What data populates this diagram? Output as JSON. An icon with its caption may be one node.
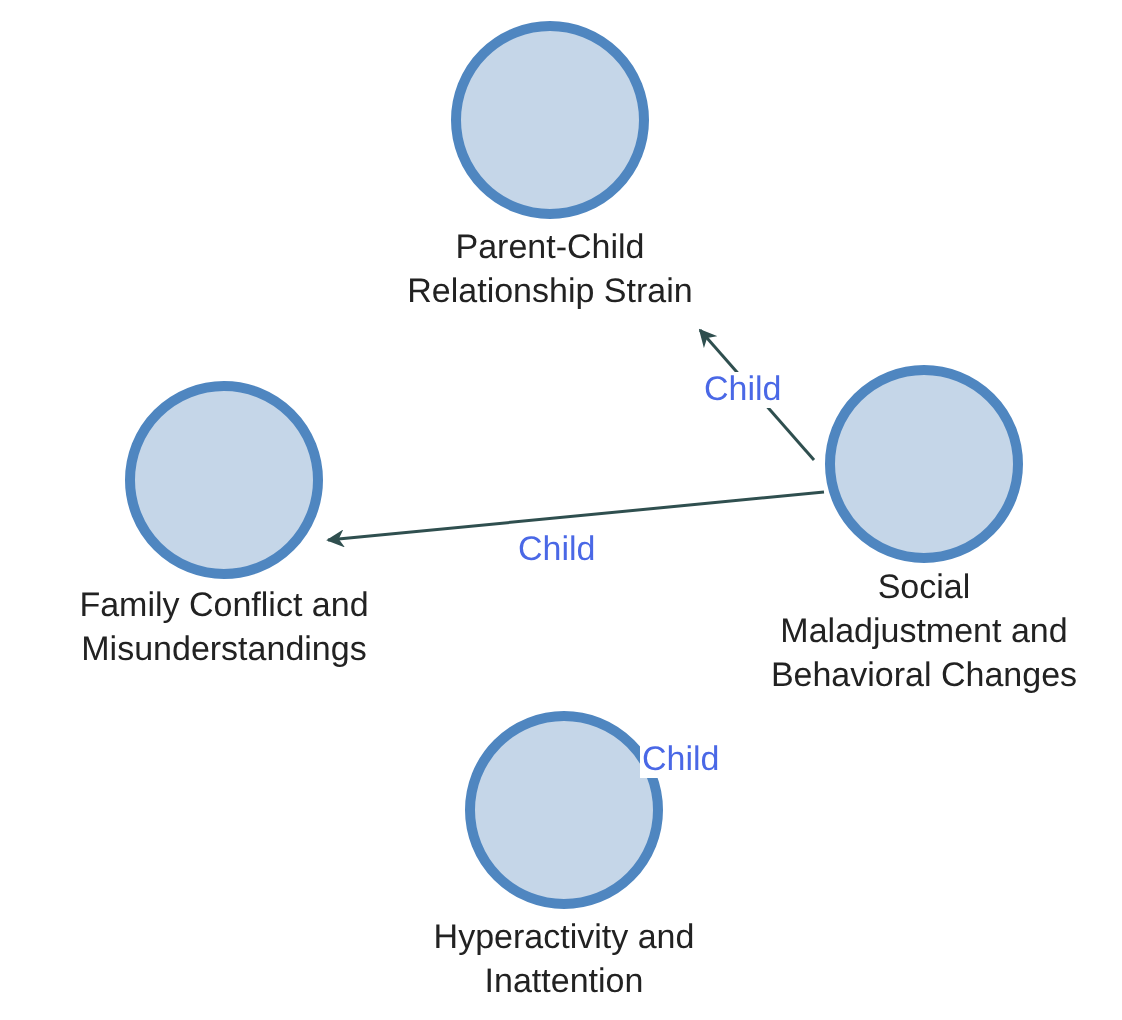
{
  "diagram": {
    "nodes": [
      {
        "text": [
          "Parent-Child Relationship Strain"
        ]
      },
      {
        "text": [
          "Family Conflict and Misunderstandings"
        ]
      },
      {
        "text": [
          "Social Maladjustment and Behavioral Changes"
        ]
      },
      {
        "text": [
          "Hyperactivity and Inattention"
        ]
      }
    ],
    "edges": [
      {
        "from": 2,
        "to": 0,
        "arrow": "to",
        "label": "Child"
      },
      {
        "from": 2,
        "to": 1,
        "arrow": "to",
        "label": "Child"
      }
    ],
    "labels": [
      "Child"
    ]
  }
}
